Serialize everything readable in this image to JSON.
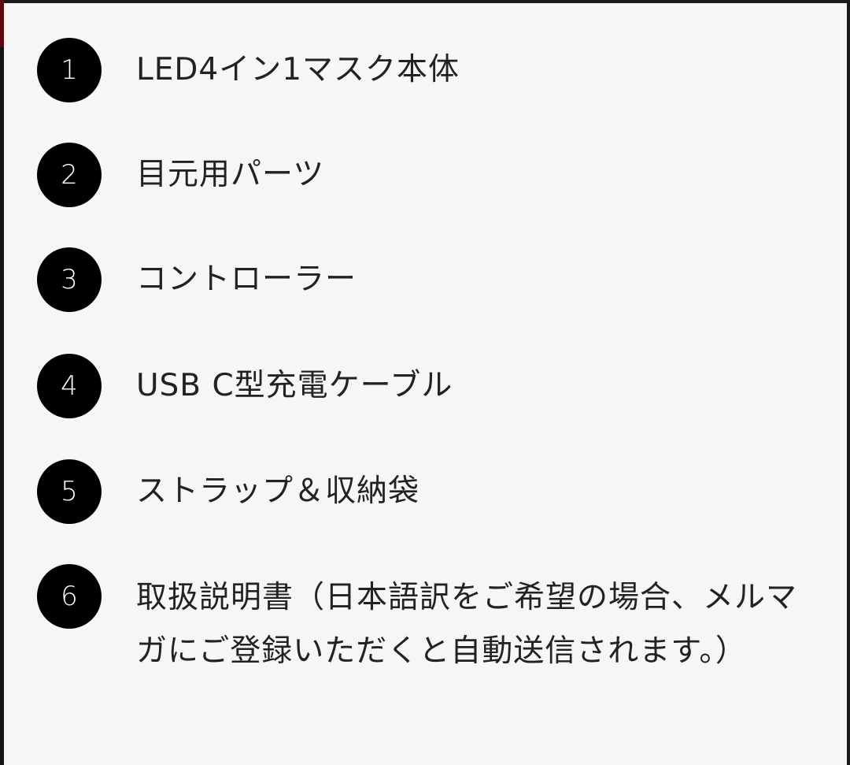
{
  "colors": {
    "background": "#f6f6f6",
    "badge_fill": "#000000",
    "badge_text": "#ffffff",
    "text": "#222222"
  },
  "items": [
    {
      "number": "1",
      "label": "LED4イン1マスク本体"
    },
    {
      "number": "2",
      "label": "目元用パーツ"
    },
    {
      "number": "3",
      "label": "コントローラー"
    },
    {
      "number": "4",
      "label": "USB C型充電ケーブル"
    },
    {
      "number": "5",
      "label": "ストラップ＆収納袋"
    },
    {
      "number": "6",
      "label": "取扱説明書（日本語訳をご希望の場合、メルマガにご登録いただくと自動送信されます。）"
    }
  ]
}
